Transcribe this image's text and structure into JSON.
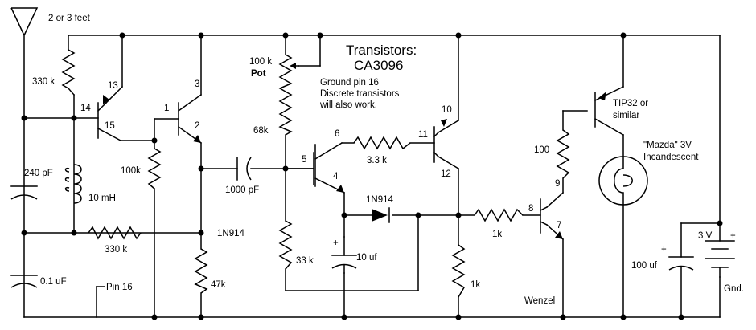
{
  "title": {
    "line1": "Transistors:",
    "line2": "CA3096"
  },
  "notes": {
    "line1": "Ground pin 16",
    "line2": "Discrete transistors",
    "line3": "will also work."
  },
  "antenna": "2 or 3 feet",
  "components": {
    "r_330k_top": "330 k",
    "r_100k_pot": "100 k",
    "pot": "Pot",
    "r_68k": "68k",
    "r_100k": "100k",
    "r_330k_bottom": "330 k",
    "r_47k": "47k",
    "r_33k": "33 k",
    "r_3_3k": "3.3 k",
    "r_1k_series": "1k",
    "r_1k_ground": "1k",
    "r_100": "100",
    "c_240pf": "240 pF",
    "l_10mh": "10 mH",
    "c_01uf": "0.1 uF",
    "c_1000pf": "1000 pF",
    "c_10uf": "10 uf",
    "c_100uf": "100 uf",
    "d1": "1N914",
    "d2": "1N914",
    "q_out": "TIP32 or",
    "q_out_line2": "similar",
    "lamp1": "\"Mazda\" 3V",
    "lamp2": "Incandescent",
    "battery": "3 V",
    "gnd": "Gnd.",
    "pin16": "Pin 16",
    "author": "Wenzel",
    "plus": "+"
  },
  "pins": [
    "13",
    "14",
    "15",
    "1",
    "2",
    "3",
    "5",
    "4",
    "6",
    "10",
    "11",
    "12",
    "8",
    "7",
    "9"
  ]
}
